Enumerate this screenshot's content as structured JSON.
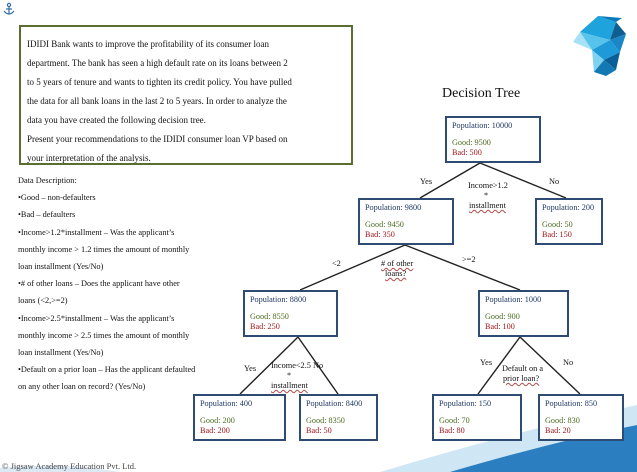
{
  "problem": {
    "lines": [
      "IDIDI Bank wants to improve the profitability of its consumer loan",
      "department. The bank has seen a high default rate on its loans between 2",
      "to 5 years of tenure and wants to tighten its credit policy. You have pulled",
      "the data for all bank loans in the last 2 to 5 years. In order to analyze the",
      "data you have created the following decision tree.",
      "Present your recommendations to the IDIDI consumer loan VP based on",
      "your interpretation of the analysis."
    ]
  },
  "description": {
    "lines": [
      "Data Description:",
      "•Good – non-defaulters",
      "•Bad – defaulters",
      "•Income>1.2*installment – Was the applicant’s",
      "monthly income > 1.2 times the amount of monthly",
      "loan installment (Yes/No)",
      "•# of other loans – Does the applicant have other",
      "loans (<2,>=2)",
      "•Income>2.5*installment – Was the applicant’s",
      "monthly income > 2.5 times the amount of monthly",
      "loan installment (Yes/No)",
      "•Default on a prior loan – Has the applicant defaulted",
      "on any other loan on record? (Yes/No)"
    ]
  },
  "tree": {
    "title": "Decision Tree",
    "nodes": {
      "root": {
        "population": "Population: 10000",
        "good": "Good: 9500",
        "bad": "Bad: 500"
      },
      "n9800": {
        "population": "Population: 9800",
        "good": "Good: 9450",
        "bad": "Bad: 350"
      },
      "n200": {
        "population": "Population: 200",
        "good": "Good: 50",
        "bad": "Bad: 150"
      },
      "n8800": {
        "population": "Population: 8800",
        "good": "Good: 8550",
        "bad": "Bad: 250"
      },
      "n1000": {
        "population": "Population: 1000",
        "good": "Good: 900",
        "bad": "Bad: 100"
      },
      "n400": {
        "population": "Population: 400",
        "good": "Good: 200",
        "bad": "Bad: 200"
      },
      "n8400": {
        "population": "Population: 8400",
        "good": "Good: 8350",
        "bad": "Bad: 50"
      },
      "n150": {
        "population": "Population: 150",
        "good": "Good: 70",
        "bad": "Bad: 80"
      },
      "n850": {
        "population": "Population: 850",
        "good": "Good: 830",
        "bad": "Bad: 20"
      }
    },
    "labels": {
      "yes1": "Yes",
      "no1": "No",
      "split1_a": "Income>1.2",
      "split1_b": "*",
      "split1_c": "installment",
      "lt2": "<2",
      "ge2": ">=2",
      "split2_a": "# of other",
      "split2_b": "loans?",
      "yes3": "Yes",
      "split3_a": "Income<2.5 No",
      "split3_b": "*",
      "split3_c": "installment",
      "yes4": "Yes",
      "no4": "No",
      "split4_a": "Default on a",
      "split4_b": "prior loan?"
    }
  },
  "footer": "© Jigsaw Academy Education Pvt. Ltd."
}
